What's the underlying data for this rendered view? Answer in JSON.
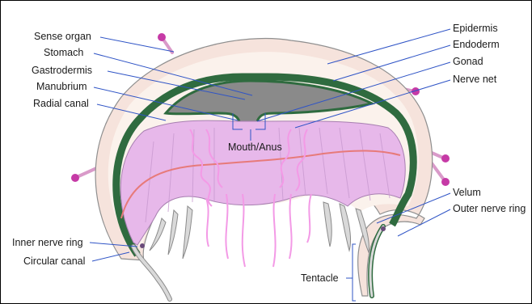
{
  "diagram": {
    "labels_left": [
      {
        "key": "sense_organ",
        "text": "Sense organ"
      },
      {
        "key": "stomach",
        "text": "Stomach"
      },
      {
        "key": "gastrodermis",
        "text": "Gastrodermis"
      },
      {
        "key": "manubrium",
        "text": "Manubrium"
      },
      {
        "key": "radial_canal",
        "text": "Radial canal"
      },
      {
        "key": "inner_nerve_ring",
        "text": "Inner nerve ring"
      },
      {
        "key": "circular_canal",
        "text": "Circular canal"
      }
    ],
    "labels_right": [
      {
        "key": "epidermis",
        "text": "Epidermis"
      },
      {
        "key": "endoderm",
        "text": "Endoderm"
      },
      {
        "key": "gonad",
        "text": "Gonad"
      },
      {
        "key": "nerve_net",
        "text": "Nerve net"
      },
      {
        "key": "velum",
        "text": "Velum"
      },
      {
        "key": "outer_nerve_ring",
        "text": "Outer nerve ring"
      },
      {
        "key": "tentacle",
        "text": "Tentacle"
      }
    ],
    "center_label": "Mouth/Anus",
    "colors": {
      "epidermis": "#f6e3dc",
      "mesoglea": "#fbf2ec",
      "gastrodermis": "#2f6b3f",
      "stomach": "#8a8a8a",
      "subumbrella": "#e7b8ea",
      "gonad": "#f39ae6",
      "tentacle": "#cfcfcf",
      "leader": "#2f54c6",
      "circular_canal": "#e77a7a"
    }
  }
}
